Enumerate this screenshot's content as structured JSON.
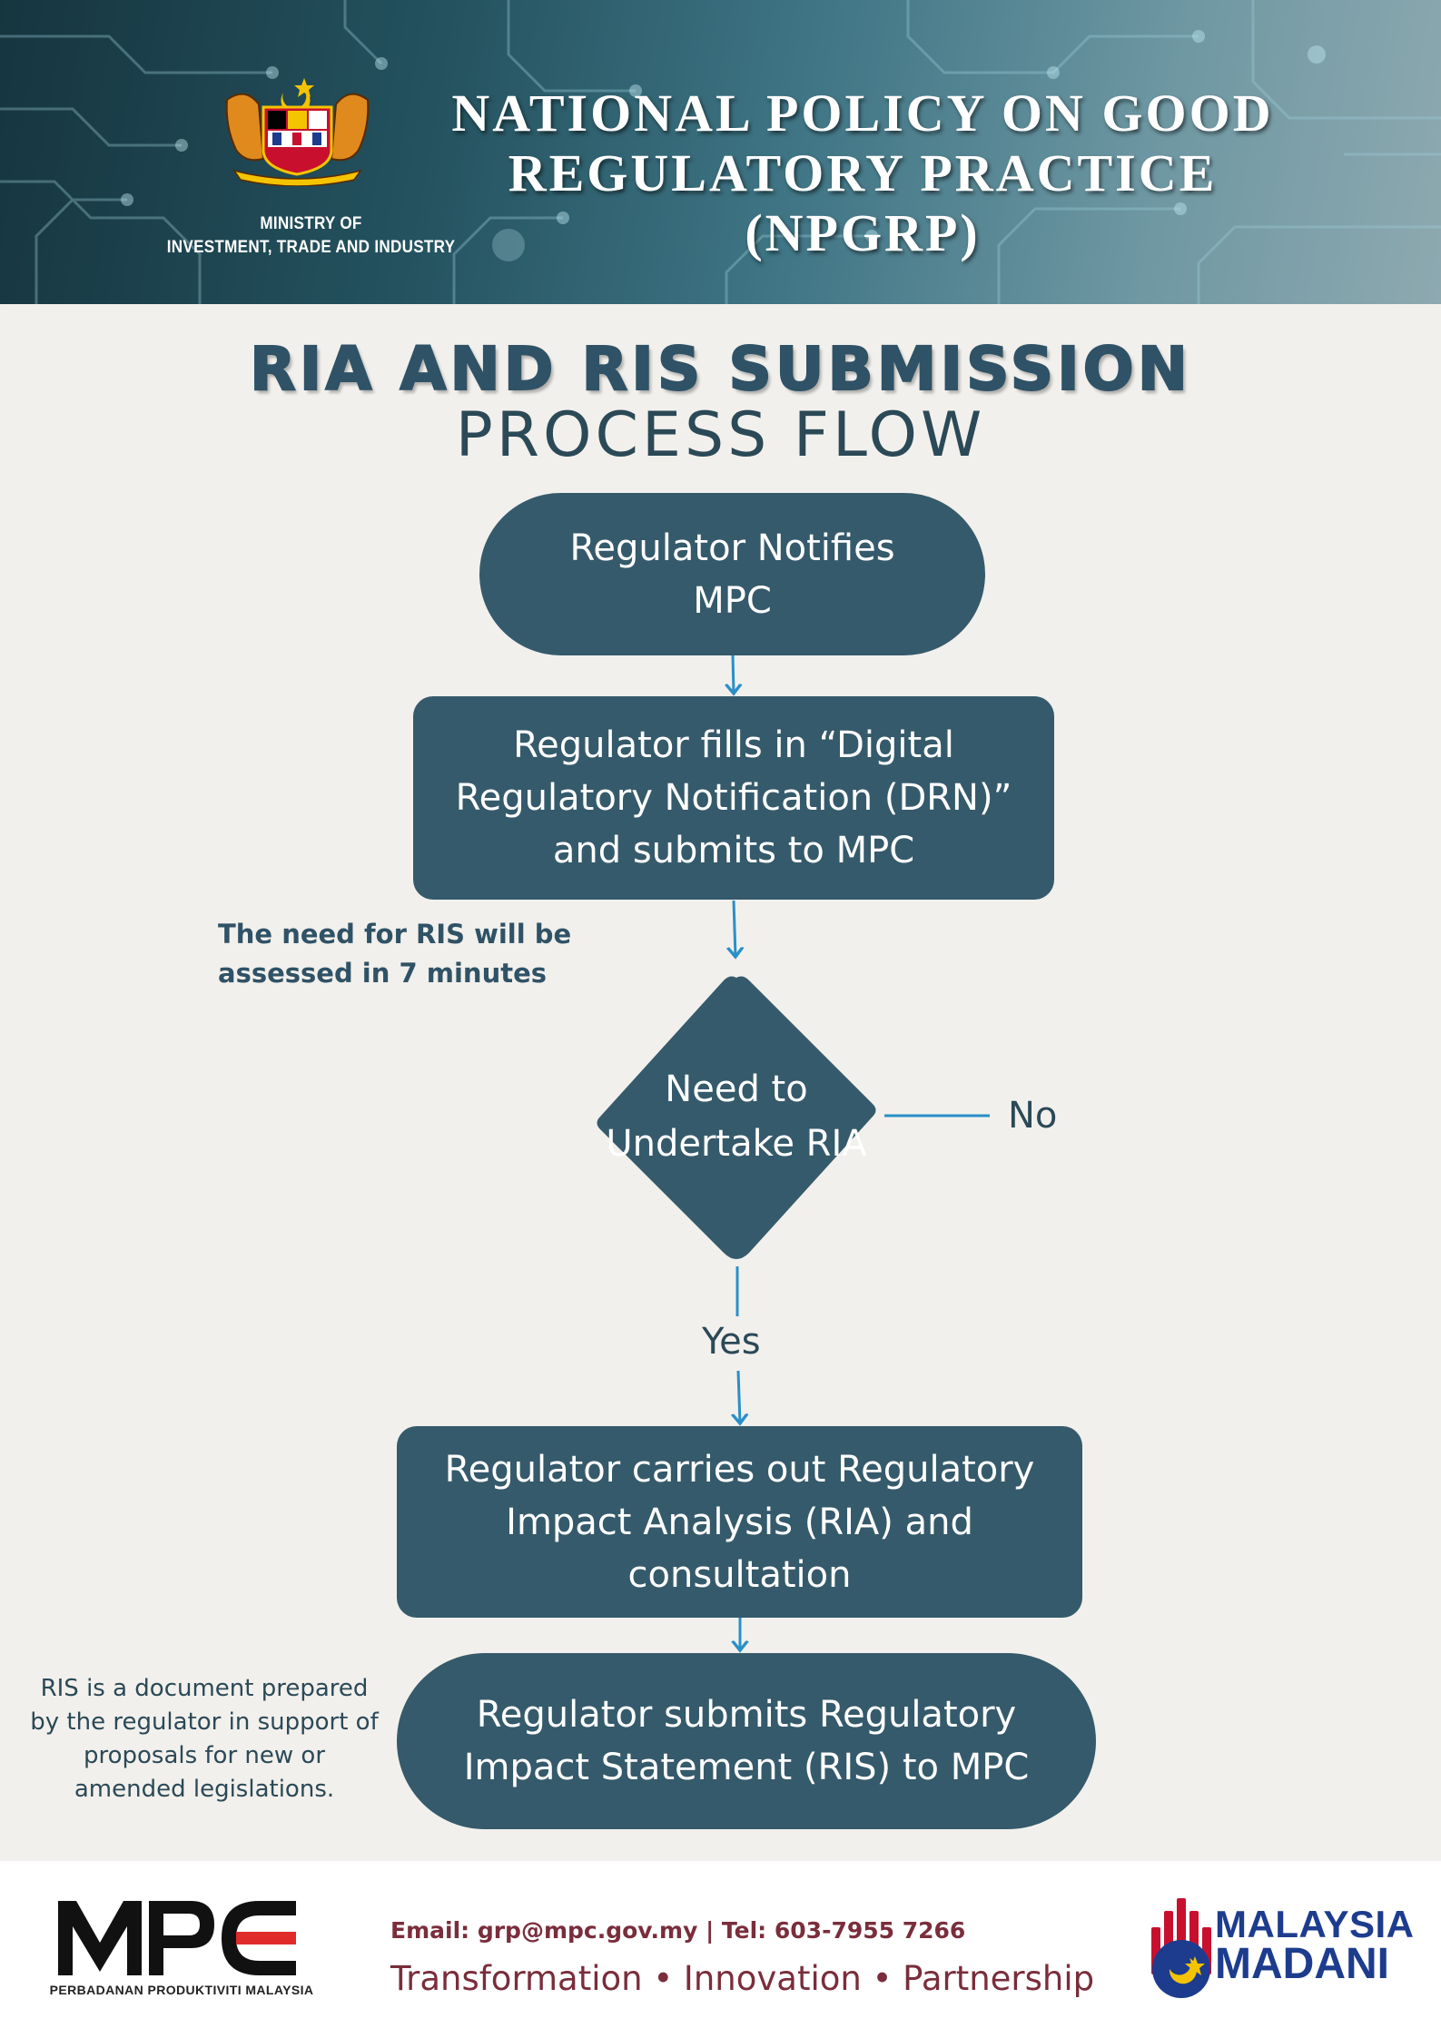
{
  "header": {
    "ministry_line1": "MINISTRY OF",
    "ministry_line2": "INVESTMENT, TRADE AND INDUSTRY",
    "title_line1": "NATIONAL POLICY ON GOOD",
    "title_line2": "REGULATORY PRACTICE",
    "title_line3": "(NPGRP)",
    "crest_icon": "malaysia-coat-of-arms-icon"
  },
  "title": {
    "main": "RIA AND RIS SUBMISSION",
    "sub": "PROCESS FLOW"
  },
  "flow": {
    "step1": "Regulator Notifies MPC",
    "step2": "Regulator fills in “Digital Regulatory Notification (DRN)” and submits to MPC",
    "decision": "Need to Undertake RIA",
    "no_label": "No",
    "yes_label": "Yes",
    "step3": "Regulator carries out Regulatory Impact Analysis (RIA) and consultation",
    "step4": "Regulator submits Regulatory Impact Statement (RIS) to MPC"
  },
  "notes": {
    "assess_line1": "The need for RIS will be",
    "assess_line2": "assessed in 7 minutes",
    "ris_line1": "RIS is a document prepared",
    "ris_line2": "by the regulator in support of",
    "ris_line3": "proposals for new or",
    "ris_line4": "amended legislations."
  },
  "footer": {
    "mpc_caption": "PERBADANAN PRODUKTIVITI MALAYSIA",
    "contact": "Email: grp@mpc.gov.my | Tel: 603-7955 7266",
    "tagline": "Transformation • Innovation • Partnership",
    "madani_line1": "MALAYSIA",
    "madani_line2": "MADANI"
  },
  "colors": {
    "shape_fill": "#355a6b",
    "arrow": "#2a8fc7",
    "title": "#2f5266",
    "footer_text": "#7a2d3b",
    "madani_blue": "#1d3c8e",
    "mpc_red": "#e02b2b"
  }
}
